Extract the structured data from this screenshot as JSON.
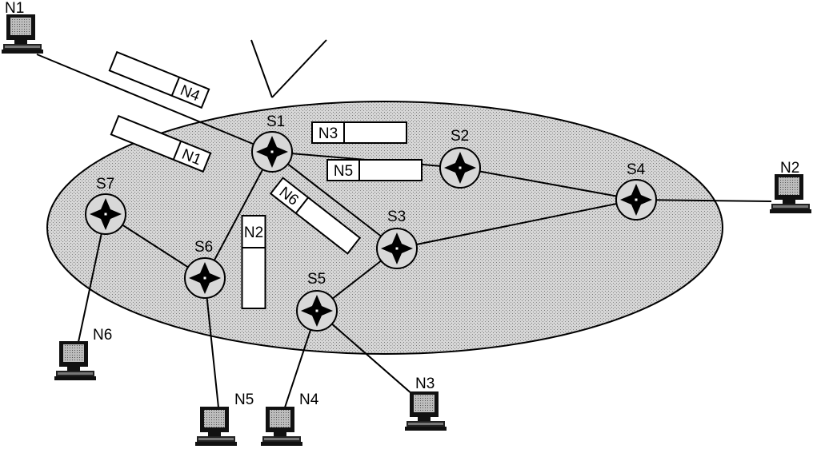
{
  "switches": [
    {
      "id": "S1",
      "label": "S1"
    },
    {
      "id": "S2",
      "label": "S2"
    },
    {
      "id": "S3",
      "label": "S3"
    },
    {
      "id": "S4",
      "label": "S4"
    },
    {
      "id": "S5",
      "label": "S5"
    },
    {
      "id": "S6",
      "label": "S6"
    },
    {
      "id": "S7",
      "label": "S7"
    }
  ],
  "nodes": [
    {
      "id": "N1",
      "label": "N1"
    },
    {
      "id": "N2",
      "label": "N2"
    },
    {
      "id": "N3",
      "label": "N3"
    },
    {
      "id": "N4",
      "label": "N4"
    },
    {
      "id": "N5",
      "label": "N5"
    },
    {
      "id": "N6",
      "label": "N6"
    }
  ],
  "packets": [
    {
      "id": "pkt-n4",
      "label": "N4"
    },
    {
      "id": "pkt-n1",
      "label": "N1"
    },
    {
      "id": "pkt-n3",
      "label": "N3"
    },
    {
      "id": "pkt-n5",
      "label": "N5"
    },
    {
      "id": "pkt-n6",
      "label": "N6"
    },
    {
      "id": "pkt-n2",
      "label": "N2"
    }
  ],
  "links": [
    [
      "N1",
      "S1"
    ],
    [
      "S1",
      "S2"
    ],
    [
      "S1",
      "S3"
    ],
    [
      "S1",
      "S6"
    ],
    [
      "S2",
      "S4"
    ],
    [
      "S3",
      "S4"
    ],
    [
      "S4",
      "N2"
    ],
    [
      "S3",
      "S5"
    ],
    [
      "S7",
      "S6"
    ],
    [
      "S7",
      "N6"
    ],
    [
      "S6",
      "N5"
    ],
    [
      "S5",
      "N4"
    ],
    [
      "S5",
      "N3"
    ]
  ],
  "colors": {
    "network_fill": "#c8c8c8",
    "line": "#000000"
  }
}
